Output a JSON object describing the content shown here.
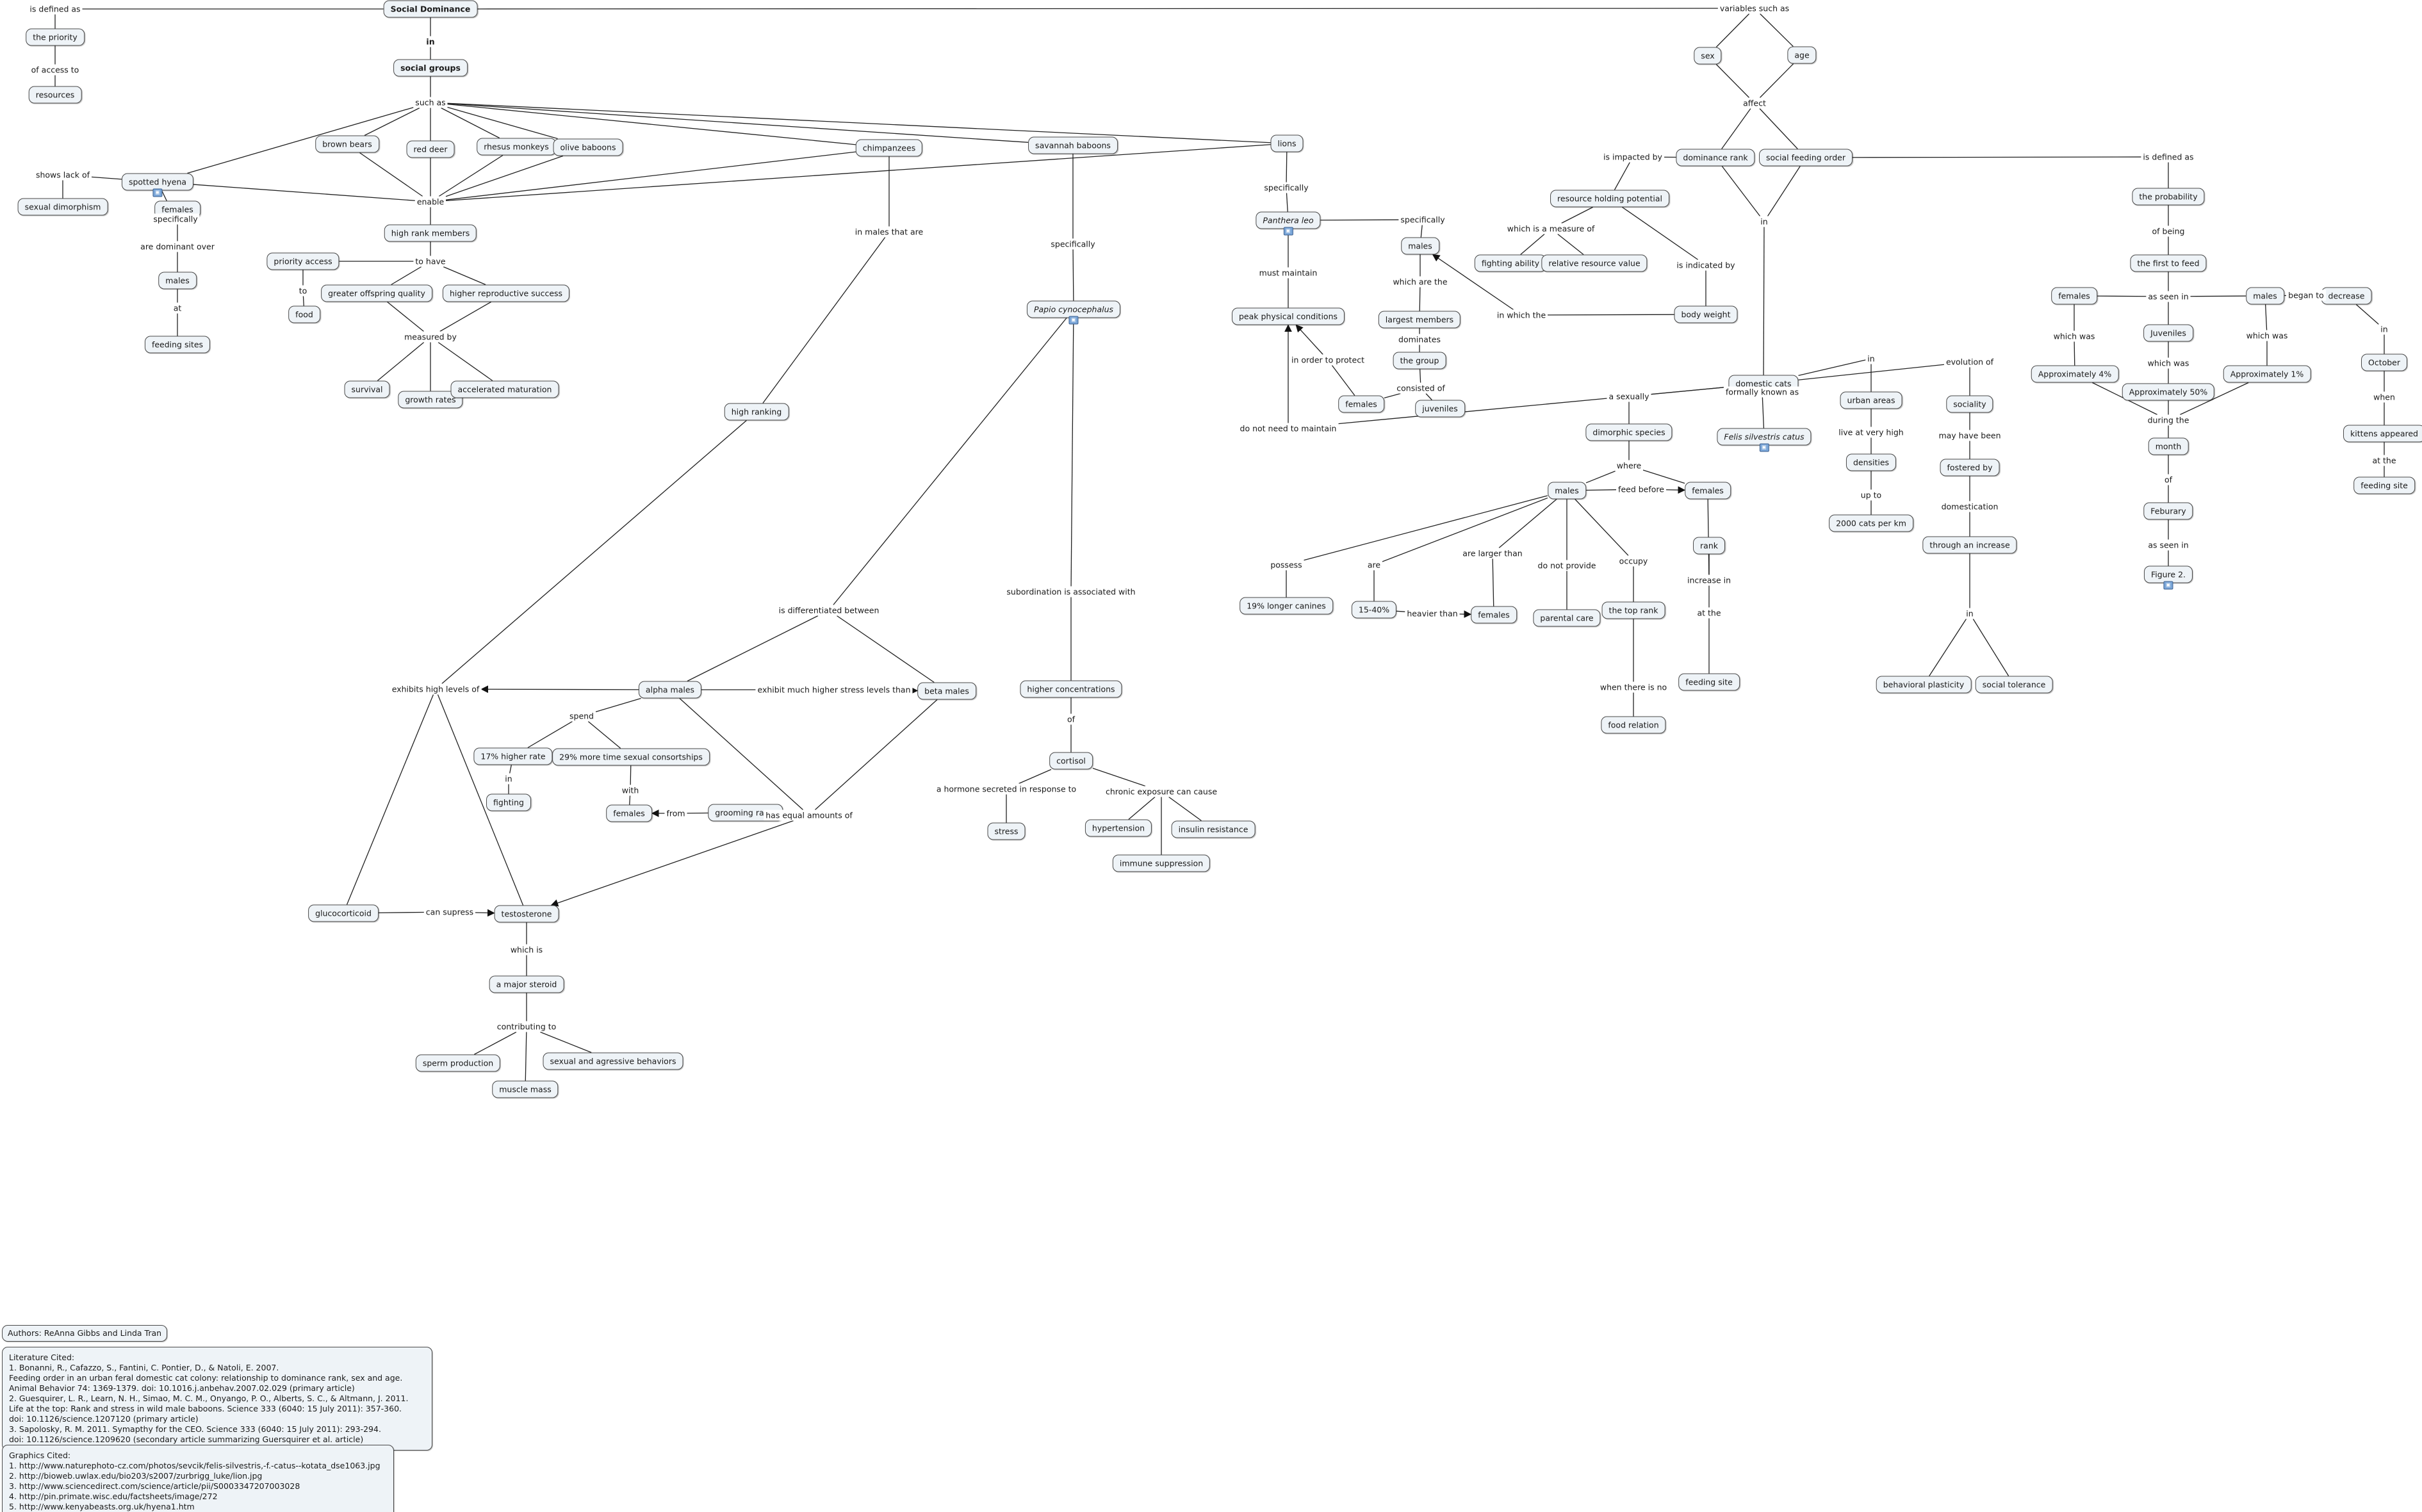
{
  "nodes": {
    "n1": {
      "label": "Social Dominance",
      "style": "bold"
    },
    "n2": {
      "label": "social groups",
      "style": "bold"
    },
    "n3": {
      "label": "the priority"
    },
    "n4": {
      "label": "resources"
    },
    "n5": {
      "label": "spotted hyena"
    },
    "n6": {
      "label": "sexual dimorphism"
    },
    "n7": {
      "label": "females"
    },
    "n8": {
      "label": "males"
    },
    "n9": {
      "label": "feeding sites"
    },
    "n10": {
      "label": "brown bears"
    },
    "n11": {
      "label": "red deer"
    },
    "n12": {
      "label": "rhesus monkeys"
    },
    "n13": {
      "label": "olive baboons"
    },
    "n14": {
      "label": "chimpanzees"
    },
    "n15": {
      "label": "savannah baboons"
    },
    "n16": {
      "label": "lions"
    },
    "n17": {
      "label": "high rank members"
    },
    "n18": {
      "label": "priority access"
    },
    "n19": {
      "label": "food"
    },
    "n20": {
      "label": "greater offspring quality"
    },
    "n21": {
      "label": "higher reproductive success"
    },
    "n22": {
      "label": "survival"
    },
    "n23": {
      "label": "growth rates"
    },
    "n24": {
      "label": "accelerated maturation"
    },
    "n25": {
      "label": "high ranking"
    },
    "n26": {
      "label": "Papio cynocephalus",
      "style": "italic"
    },
    "n27": {
      "label": "alpha males"
    },
    "n28": {
      "label": "beta males"
    },
    "n29": {
      "label": "17% higher rate"
    },
    "n30": {
      "label": "fighting"
    },
    "n31": {
      "label": "29% more time sexual consortships"
    },
    "n32": {
      "label": "females"
    },
    "n33": {
      "label": "grooming rates"
    },
    "n34": {
      "label": "glucocorticoid"
    },
    "n35": {
      "label": "testosterone"
    },
    "n36": {
      "label": "a major steroid"
    },
    "n37": {
      "label": "sperm production"
    },
    "n38": {
      "label": "muscle mass"
    },
    "n39": {
      "label": "sexual and agressive behaviors"
    },
    "n40": {
      "label": "higher concentrations"
    },
    "n41": {
      "label": "cortisol"
    },
    "n42": {
      "label": "stress"
    },
    "n43": {
      "label": "hypertension"
    },
    "n44": {
      "label": "immune suppression"
    },
    "n45": {
      "label": "insulin resistance"
    },
    "n46": {
      "label": "Panthera leo",
      "style": "italic"
    },
    "n47": {
      "label": "peak physical conditions"
    },
    "n48": {
      "label": "males"
    },
    "n49": {
      "label": "largest members"
    },
    "n50": {
      "label": "the group"
    },
    "n51": {
      "label": "females"
    },
    "n52": {
      "label": "juveniles"
    },
    "n53": {
      "label": "sex"
    },
    "n54": {
      "label": "age"
    },
    "n55": {
      "label": "dominance rank"
    },
    "n56": {
      "label": "social feeding order"
    },
    "n57": {
      "label": "resource holding potential"
    },
    "n58": {
      "label": "fighting ability"
    },
    "n59": {
      "label": "relative resource value"
    },
    "n60": {
      "label": "body weight"
    },
    "n61": {
      "label": "domestic cats"
    },
    "n62": {
      "label": "dimorphic species"
    },
    "n63": {
      "label": "males"
    },
    "n64": {
      "label": "females"
    },
    "n65": {
      "label": "19% longer canines"
    },
    "n66": {
      "label": "15-40%"
    },
    "n67": {
      "label": "females"
    },
    "n68": {
      "label": "parental care"
    },
    "n69": {
      "label": "the top rank"
    },
    "n70": {
      "label": "food relation"
    },
    "n71": {
      "label": "rank"
    },
    "n72": {
      "label": "feeding site"
    },
    "n73": {
      "label": "Felis silvestris catus",
      "style": "italic"
    },
    "n74": {
      "label": "urban areas"
    },
    "n75": {
      "label": "densities"
    },
    "n76": {
      "label": "2000 cats per km"
    },
    "n77": {
      "label": "sociality"
    },
    "n78": {
      "label": "fostered by"
    },
    "n79": {
      "label": "through an increase"
    },
    "n80": {
      "label": "behavioral plasticity"
    },
    "n81": {
      "label": "social tolerance"
    },
    "n82": {
      "label": "the probability"
    },
    "n83": {
      "label": "the first to feed"
    },
    "n84": {
      "label": "females"
    },
    "n85": {
      "label": "Juveniles"
    },
    "n86": {
      "label": "males"
    },
    "n87": {
      "label": "Approximately 4%"
    },
    "n88": {
      "label": "Approximately 50%"
    },
    "n89": {
      "label": "Approximately 1%"
    },
    "n90": {
      "label": "month"
    },
    "n91": {
      "label": "Feburary"
    },
    "n92": {
      "label": "Figure 2."
    },
    "n93": {
      "label": "decrease"
    },
    "n94": {
      "label": "October"
    },
    "n95": {
      "label": "kittens appeared"
    },
    "n96": {
      "label": "feeding site"
    }
  },
  "linking_phrases": {
    "L1": "is defined as",
    "L2": "of access to",
    "L3": "in",
    "L4": "such as",
    "L5": "shows lack of",
    "L6": "specifically",
    "L7": "are dominant over",
    "L8": "at",
    "L9": "enable",
    "L10": "to have",
    "L11": "to",
    "L12": "measured by",
    "L13": "in males that are",
    "L14": "specifically",
    "L15": "is differentiated between",
    "L16": "exhibits high levels of",
    "L17": "exhibit much higher stress levels than",
    "L18": "spend",
    "L19": "in",
    "L20": "with",
    "L21": "from",
    "L22": "has equal amounts of",
    "L23": "can supress",
    "L24": "which is",
    "L25": "contributing to",
    "L26": "subordination is associated with",
    "L27": "of",
    "L28": "a hormone secreted in response to",
    "L29": "chronic exposure can cause",
    "L30": "specifically",
    "L31": "specifically",
    "L32": "must maintain",
    "L33": "which are the",
    "L34": "dominates",
    "L35": "consisted of",
    "L36": "in order to protect",
    "L37": "do not need to maintain",
    "L38": "in which the",
    "L39": "variables such as",
    "L40": "affect",
    "L41": "is impacted by",
    "L42": "which is a measure of",
    "L43": "is indicated by",
    "L44": "in",
    "L45": "a sexually",
    "L46": "where",
    "L47": "feed before",
    "L48": "possess",
    "L49": "are",
    "L50": "heavier than",
    "L51": "are larger than",
    "L52": "do not provide",
    "L53": "occupy",
    "L54": "when there is no",
    "L55": "increase in",
    "L56": "at the",
    "L57": "formally known as",
    "L58": "in",
    "L59": "live at very high",
    "L60": "up to",
    "L61": "evolution of",
    "L62": "may have been",
    "L63": "domestication",
    "L64": "in",
    "L65": "is defined as",
    "L66": "of being",
    "L67": "as seen in",
    "L68": "which was",
    "L69": "which was",
    "L70": "which was",
    "L71": "during the",
    "L72": "of",
    "L73": "as seen in",
    "L74": "began to",
    "L75": "in",
    "L76": "when",
    "L77": "at the"
  },
  "notes": {
    "authors": "Authors: ReAnna Gibbs and Linda Tran",
    "literature": "Literature Cited:\n1. Bonanni, R., Cafazzo, S., Fantini, C. Pontier, D., & Natoli, E. 2007.\nFeeding order in an urban feral domestic cat colony: relationship to dominance rank, sex and age.\nAnimal Behavior 74: 1369-1379. doi: 10.1016.j.anbehav.2007.02.029 (primary article)\n2. Guesquirer, L. R., Learn, N. H., Simao, M. C. M., Onyango, P. O., Alberts, S. C., & Altmann, J. 2011.\nLife at the top: Rank and stress in wild male baboons. Science 333 (6040: 15 July 2011): 357-360.\ndoi: 10.1126/science.1207120 (primary article)\n3. Sapolosky, R. M. 2011. Symapthy for the CEO. Science 333 (6040: 15 July 2011): 293-294.\ndoi: 10.1126/science.1209620 (secondary article summarizing Guersquirer et al. article)",
    "graphics": "Graphics Cited:\n1. http://www.naturephoto-cz.com/photos/sevcik/felis-silvestris,-f.-catus--kotata_dse1063.jpg\n2. http://bioweb.uwlax.edu/bio203/s2007/zurbrigg_luke/lion.jpg\n3. http://www.sciencedirect.com/science/article/pii/S0003347207003028\n4. http://pin.primate.wisc.edu/factsheets/image/272\n5. http://www.kenyabeasts.org.uk/hyena1.htm"
  }
}
